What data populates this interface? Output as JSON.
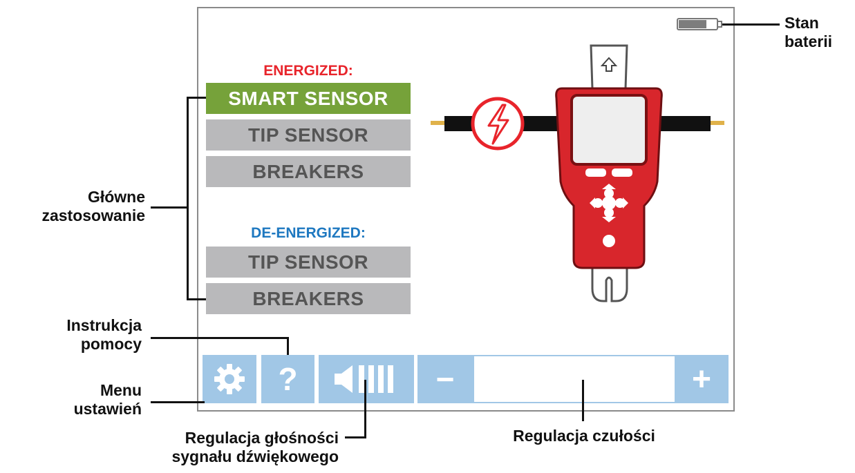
{
  "battery": {
    "label": "Stan baterii",
    "label_line1": "Stan",
    "label_line2": "baterii"
  },
  "menu": {
    "energized": {
      "title": "ENERGIZED:",
      "items": [
        "SMART SENSOR",
        "TIP SENSOR",
        "BREAKERS"
      ],
      "selected": "SMART SENSOR"
    },
    "de_energized": {
      "title": "DE-ENERGIZED:",
      "items": [
        "TIP SENSOR",
        "BREAKERS"
      ]
    }
  },
  "toolbar": {
    "settings_icon": "gear-icon",
    "help_label": "?",
    "volume_icon": "speaker-bars-icon",
    "sensitivity_minus": "−",
    "sensitivity_plus": "+"
  },
  "annotations": {
    "main_use": {
      "line1": "Główne",
      "line2": "zastosowanie"
    },
    "help": {
      "line1": "Instrukcja",
      "line2": "pomocy"
    },
    "settings": {
      "line1": "Menu",
      "line2": "ustawień"
    },
    "volume": {
      "line1": "Regulacja głośności",
      "line2": "sygnału dźwiękowego"
    },
    "sensitivity": {
      "line1": "Regulacja czułości"
    }
  },
  "colors": {
    "energized_title": "#e8242b",
    "de_energized_title": "#1e78c0",
    "selected_item": "#76a23a",
    "menu_item": "#b9b9bb",
    "toolbar": "#a1c7e6",
    "device": "#d8262c"
  }
}
